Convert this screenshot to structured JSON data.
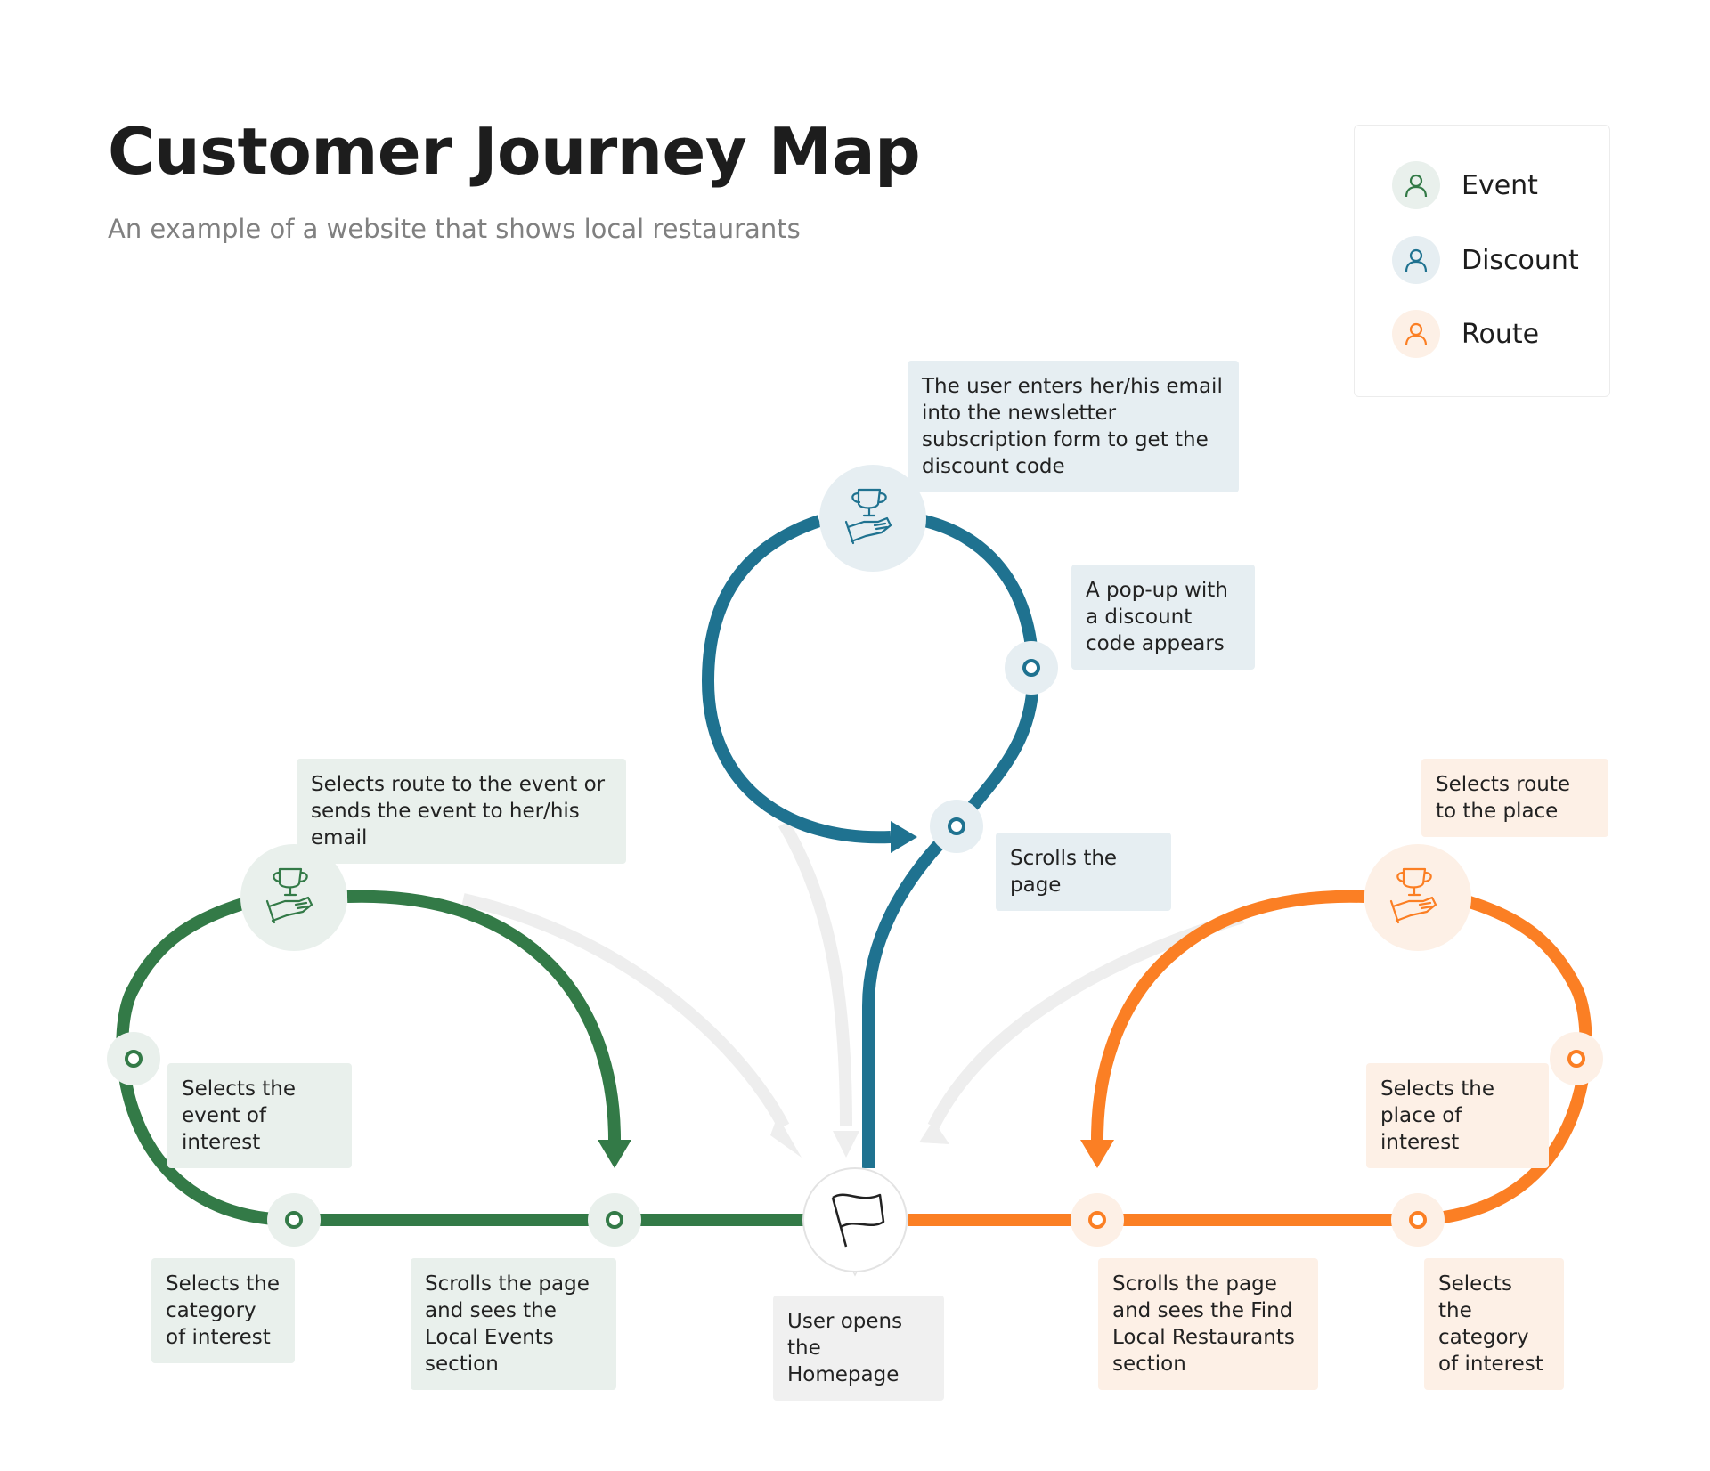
{
  "header": {
    "title": "Customer Journey Map",
    "subtitle": "An example of a website that shows local restaurants"
  },
  "colors": {
    "event": "#337a47",
    "discount": "#1f7290",
    "route": "#fb7f24",
    "neutral_arrow": "#eeeeee"
  },
  "legend": {
    "items": [
      {
        "label": "Event",
        "icon": "person-icon",
        "color": "#337a47"
      },
      {
        "label": "Discount",
        "icon": "person-icon",
        "color": "#1f7290"
      },
      {
        "label": "Route",
        "icon": "person-icon",
        "color": "#fb7f24"
      }
    ]
  },
  "steps": {
    "start": "User opens the Homepage",
    "event_scroll": "Scrolls the page and sees the Local Events section",
    "event_category": "Selects the category of interest",
    "event_select": "Selects the event of interest",
    "event_route": "Selects route to the event or sends the event to her/his email",
    "discount_scroll": "Scrolls the page",
    "discount_popup": "A pop-up with a discount code appears",
    "discount_email": "The user enters her/his email into the newsletter subscription form to get the discount code",
    "route_scroll": "Scrolls the page and sees the Find Local Restaurants section",
    "route_category": "Selects the category of interest",
    "route_place": "Selects the place of interest",
    "route_select": "Selects route to the place"
  },
  "icons": {
    "start": "flag-icon",
    "goal": "trophy-hand-icon"
  }
}
